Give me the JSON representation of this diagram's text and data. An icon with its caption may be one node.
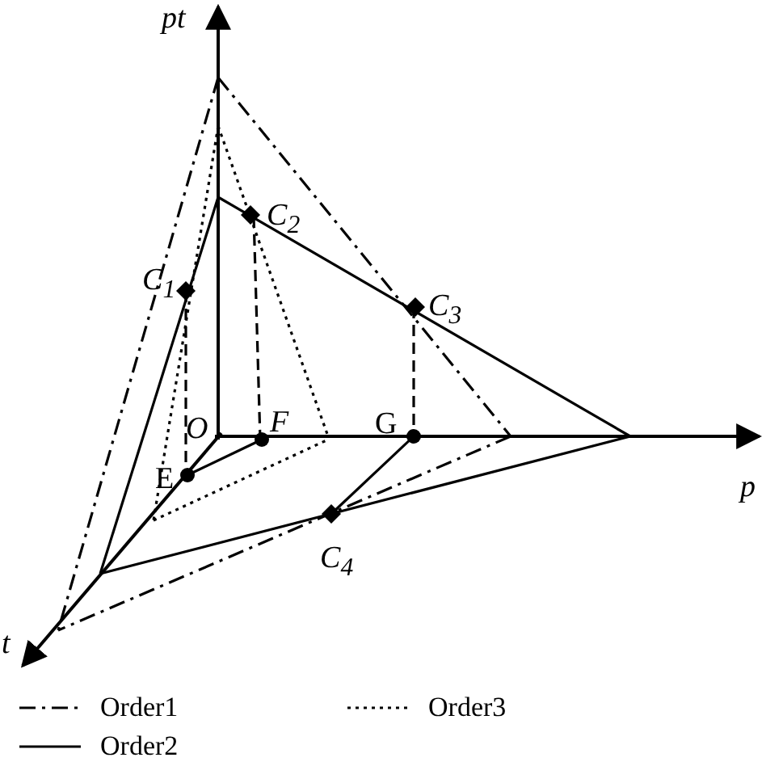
{
  "diagram": {
    "labels": [
      "pt",
      "C$_{2}$",
      "C$_{1}$",
      "C$_{3}$",
      "O",
      "F",
      "G",
      "E",
      "p",
      "C$_{4}$",
      "t"
    ],
    "legend": [
      {
        "text": "Order1"
      },
      {
        "text": "Order2"
      },
      {
        "text": "Order3"
      }
    ]
  }
}
